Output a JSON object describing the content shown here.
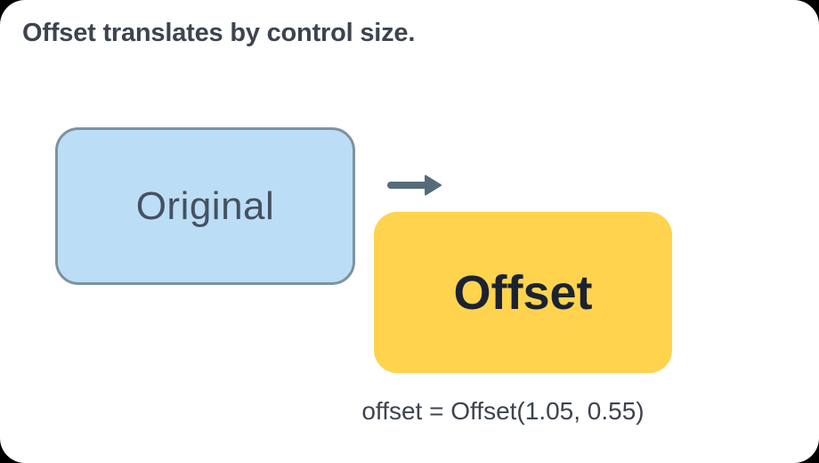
{
  "title": {
    "text": "Offset translates by control size."
  },
  "diagram": {
    "original_box": {
      "label": "Original"
    },
    "offset_box": {
      "label": "Offset"
    },
    "caption": {
      "text": "offset = Offset(1.05, 0.55)"
    }
  },
  "colors": {
    "outside": "#000000",
    "surface": "#ffffff",
    "heading": "#3d444f",
    "original_fill": "#bcddf6",
    "original_border": "#7e929e",
    "original_text": "#455160",
    "arrow": "#566b7a",
    "offset_fill": "#ffd34e",
    "offset_text": "#1b2230",
    "caption_text": "#3d444f"
  }
}
